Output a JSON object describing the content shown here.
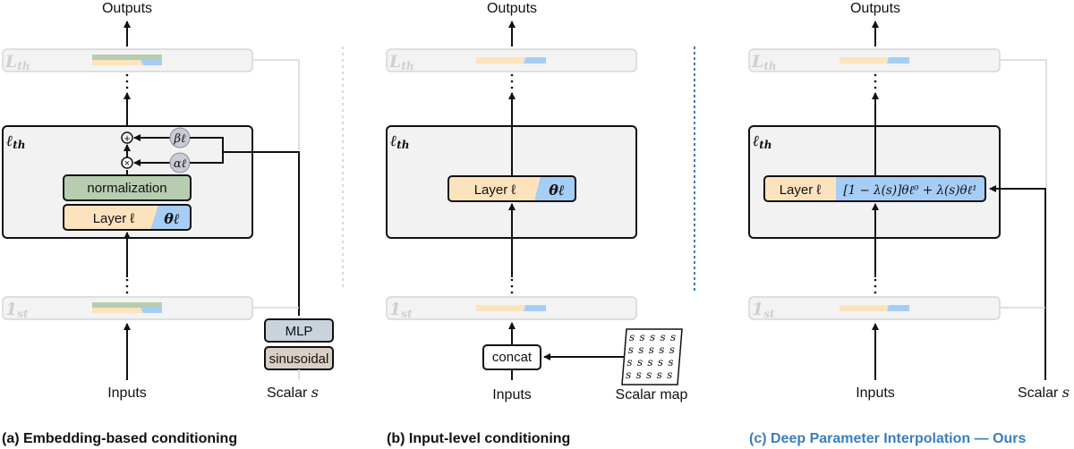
{
  "colors": {
    "layer": "#fde3bd",
    "theta": "#a6cdf5",
    "norm": "#b7cdb0",
    "mlp": "#c8d3dc",
    "sinusoidal": "#d9cfc4",
    "block_bg": "#f2f2f2",
    "ghost_bg": "#f3f3f3",
    "ghost_border": "#d6d6d6",
    "accent": "#3a7ebf"
  },
  "panels": [
    {
      "id": "a",
      "outputs": "Outputs",
      "inputs": "Inputs",
      "top_layer": "L_th",
      "mid_layer": "ℓ_th",
      "bottom_layer": "1_st",
      "normalization": "normalization",
      "layer_label": "Layer ℓ",
      "theta_label": "θℓ",
      "beta": "βℓ",
      "alpha": "αℓ",
      "plus": "⊕",
      "times": "⊗",
      "mlp": "MLP",
      "sinusoidal": "sinusoidal",
      "scalar": "Scalar",
      "scalar_var": "s",
      "caption": "(a) Embedding-based conditioning"
    },
    {
      "id": "b",
      "outputs": "Outputs",
      "inputs": "Inputs",
      "top_layer": "L_th",
      "mid_layer": "ℓ_th",
      "bottom_layer": "1_st",
      "layer_label": "Layer ℓ",
      "theta_label": "θℓ",
      "concat": "concat",
      "scalar_map": "Scalar map",
      "scalar_map_cell": "s",
      "scalar_map_rows": 4,
      "scalar_map_cols": 5,
      "caption": "(b) Input-level conditioning"
    },
    {
      "id": "c",
      "outputs": "Outputs",
      "inputs": "Inputs",
      "top_layer": "L_th",
      "mid_layer": "ℓ_th",
      "bottom_layer": "1_st",
      "layer_label": "Layer ℓ",
      "interp_formula": "[1 − λ(s)]θℓ⁰ + λ(s)θℓ¹",
      "scalar": "Scalar",
      "scalar_var": "s",
      "caption": "(c) Deep Parameter Interpolation — Ours"
    }
  ]
}
